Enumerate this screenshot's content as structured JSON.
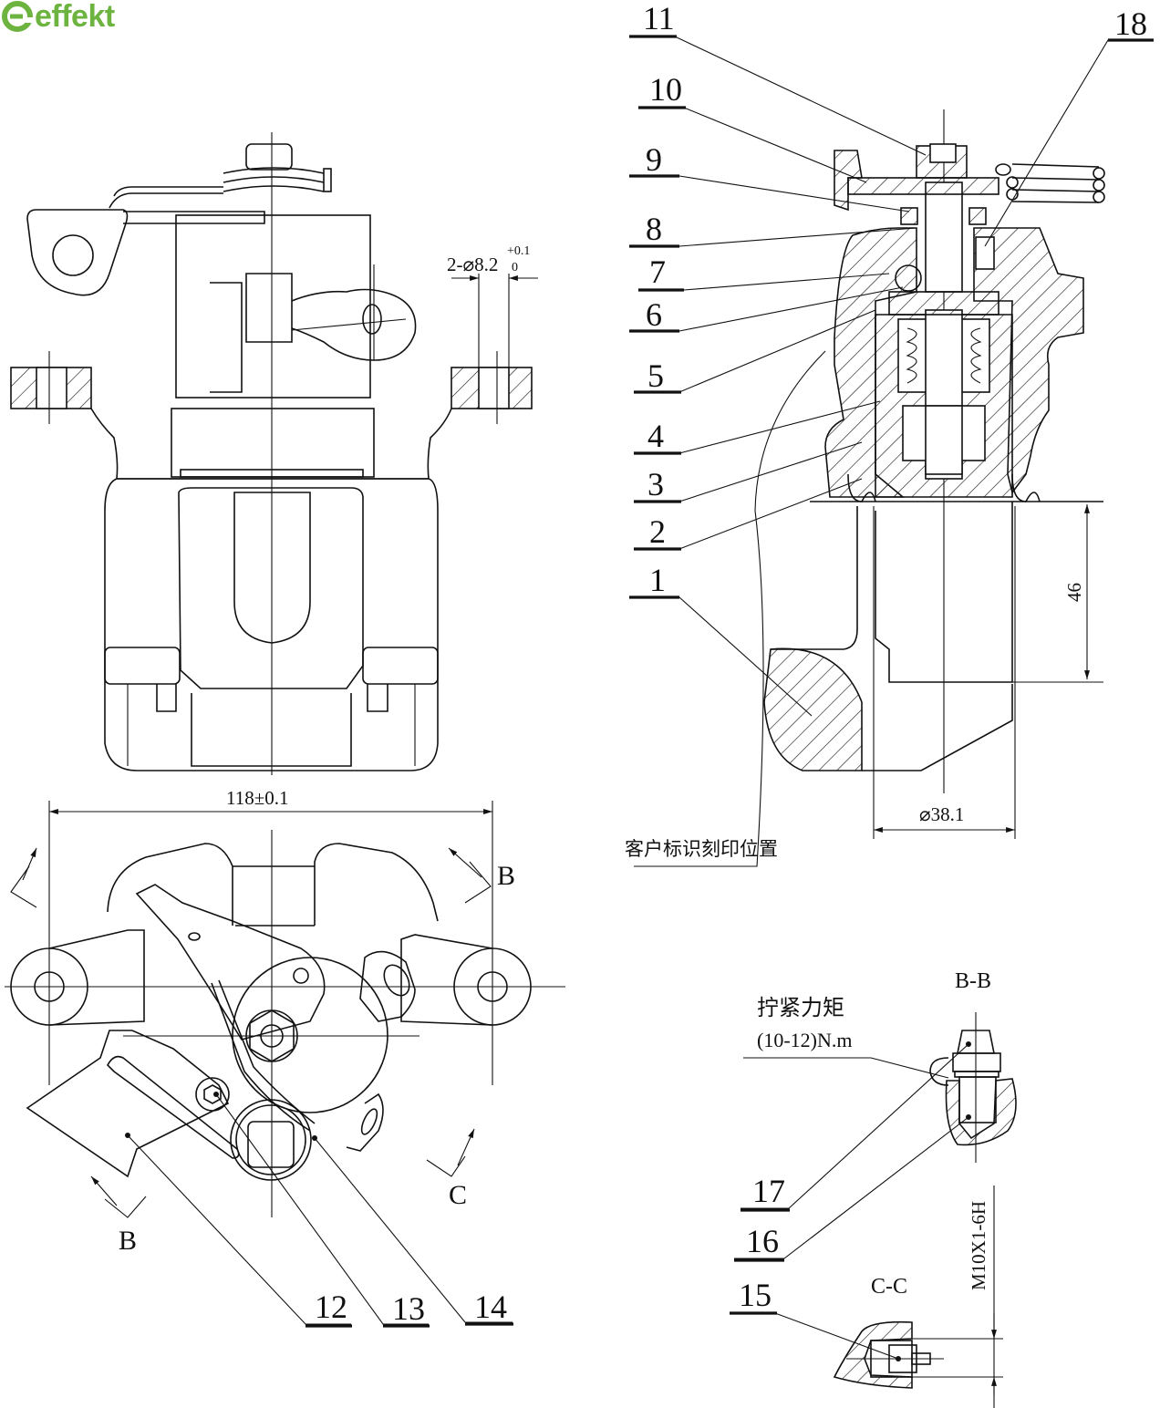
{
  "brand": {
    "name": "effekt",
    "color": "#6cb33f",
    "icon": "e-logo-icon"
  },
  "callouts": {
    "c1": "1",
    "c2": "2",
    "c3": "3",
    "c4": "4",
    "c5": "5",
    "c6": "6",
    "c7": "7",
    "c8": "8",
    "c9": "9",
    "c10": "10",
    "c11": "11",
    "c12": "12",
    "c13": "13",
    "c14": "14",
    "c15": "15",
    "c16": "16",
    "c17": "17",
    "c18": "18"
  },
  "dimensions": {
    "hole": "2-⌀8.2",
    "hole_tol_upper": "+0.1",
    "hole_tol_lower": "0",
    "width": "118±0.1",
    "height": "46",
    "bore": "⌀38.1",
    "thread": "M10X1-6H"
  },
  "section_labels": {
    "b_top": "B",
    "b_bottom": "B",
    "c": "C",
    "bb": "B-B",
    "cc": "C-C"
  },
  "notes": {
    "customer_mark": "客户标识刻印位置",
    "torque_title": "拧紧力矩",
    "torque_value": "(10-12)N.m"
  },
  "colors": {
    "line": "#111111",
    "background": "#ffffff"
  }
}
